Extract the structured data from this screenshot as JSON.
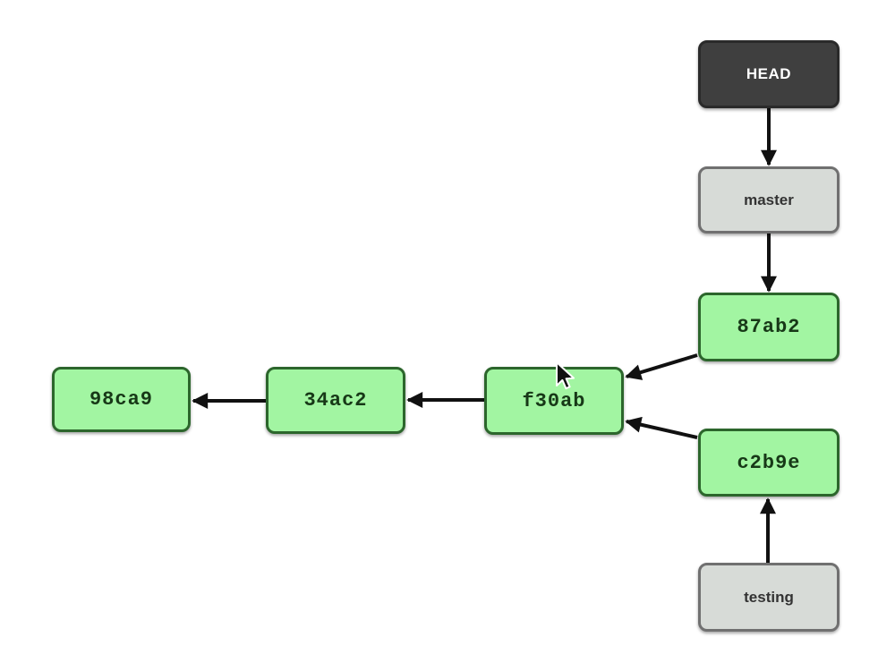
{
  "diagram": {
    "title": "git-branch-diagram",
    "background": "#ffffff",
    "nodes": [
      {
        "id": "head",
        "label": "HEAD",
        "type": "head-pointer"
      },
      {
        "id": "master",
        "label": "master",
        "type": "branch"
      },
      {
        "id": "87ab2",
        "label": "87ab2",
        "type": "commit"
      },
      {
        "id": "f30ab",
        "label": "f30ab",
        "type": "commit"
      },
      {
        "id": "34ac2",
        "label": "34ac2",
        "type": "commit"
      },
      {
        "id": "98ca9",
        "label": "98ca9",
        "type": "commit"
      },
      {
        "id": "c2b9e",
        "label": "c2b9e",
        "type": "commit"
      },
      {
        "id": "testing",
        "label": "testing",
        "type": "branch"
      }
    ],
    "edges": [
      {
        "from": "HEAD",
        "to": "master"
      },
      {
        "from": "master",
        "to": "87ab2"
      },
      {
        "from": "87ab2",
        "to": "f30ab"
      },
      {
        "from": "c2b9e",
        "to": "f30ab"
      },
      {
        "from": "f30ab",
        "to": "34ac2"
      },
      {
        "from": "34ac2",
        "to": "98ca9"
      },
      {
        "from": "testing",
        "to": "c2b9e"
      }
    ],
    "colors": {
      "head_fill": "#3f3f3f",
      "head_border": "#2a2a2a",
      "head_text": "#ffffff",
      "branch_fill": "#d7dbd7",
      "branch_border": "#707070",
      "branch_text": "#333333",
      "commit_fill": "#a2f5a2",
      "commit_border": "#2c662c",
      "commit_text": "#173817",
      "arrow": "#111111"
    }
  },
  "cursor": {
    "type": "arrow-pointer"
  }
}
